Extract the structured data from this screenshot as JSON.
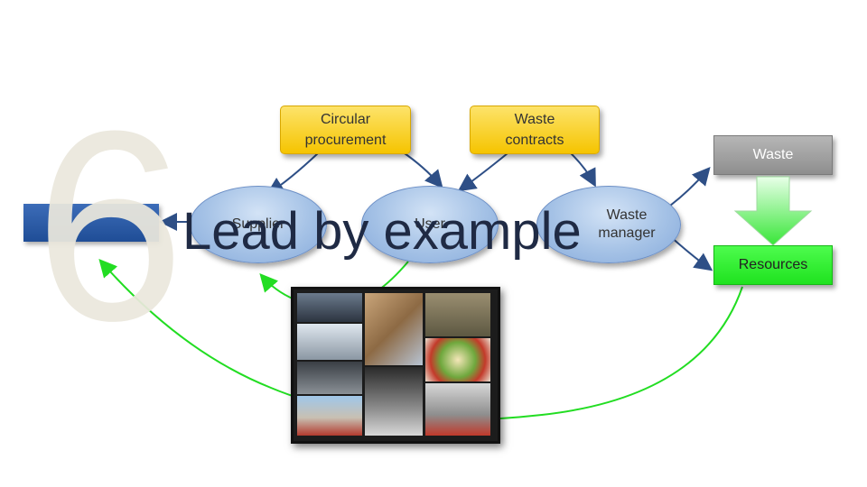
{
  "slide": {
    "number": "6",
    "title": "Lead by example"
  },
  "diagram": {
    "circular_procurement": "Circular procurement",
    "waste_contracts": "Waste contracts",
    "supplier": "Supplier",
    "user": "User",
    "waste_manager": "Waste manager",
    "waste": "Waste",
    "resources": "Resources"
  },
  "colors": {
    "yellow_box": "#f5c400",
    "ellipse_blue": "#a5c2e6",
    "arrow_blue": "#2e4f86",
    "green_box": "#2bea2b",
    "green_arrow": "#22dd22",
    "gray_box": "#9a9a9a",
    "title_text": "#1f2a44",
    "number_watermark": "#ebe8dd"
  },
  "collage": {
    "description_icon": "photo-collage"
  }
}
